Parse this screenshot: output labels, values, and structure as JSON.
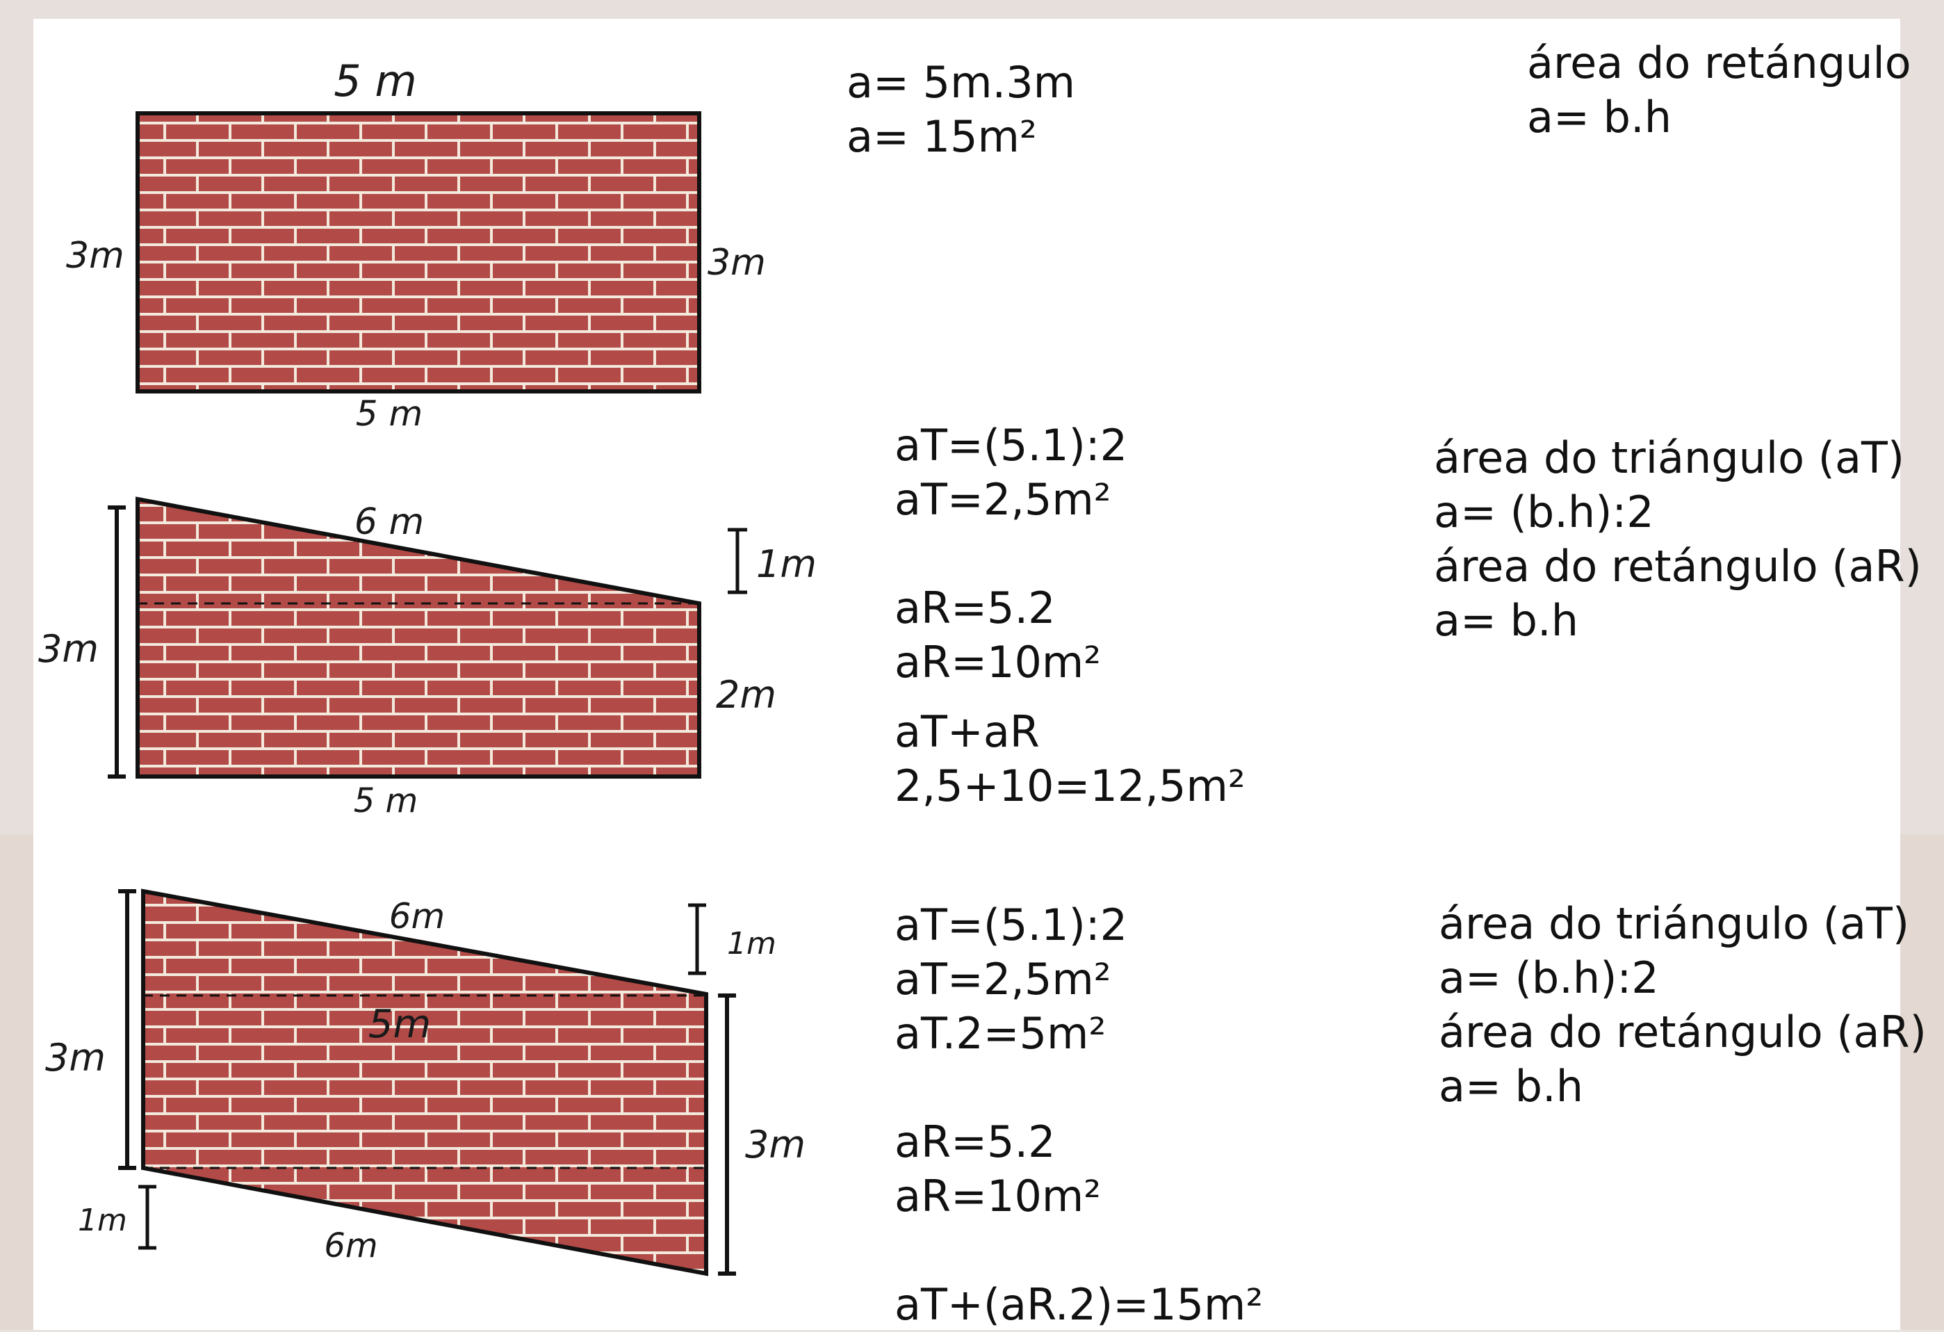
{
  "colors": {
    "brick": "#b24a47",
    "mortar": "#f3e9dc",
    "outline": "#111111",
    "background": "#e8e2e0"
  },
  "figures": [
    {
      "name": "rectangle-wall",
      "labels": {
        "top": "5 m",
        "bottom": "5 m",
        "left": "3m",
        "right": "3m"
      },
      "work": [
        "a= 5m.3m",
        "a= 15m²"
      ],
      "formulas": [
        "área do retángulo",
        "a= b.h"
      ]
    },
    {
      "name": "trapezoid-wall",
      "labels": {
        "top": "6 m",
        "bottom": "5 m",
        "left": "3m",
        "right_top": "1m",
        "right_bottom": "2m"
      },
      "work": [
        "aT=(5.1):2",
        "aT=2,5m²",
        "",
        "aR=5.2",
        "aR=10m²",
        "aT+aR",
        "2,5+10=12,5m²"
      ],
      "formulas": [
        "área do triángulo (aT)",
        "a= (b.h):2",
        "área do retángulo (aR)",
        "a= b.h"
      ]
    },
    {
      "name": "parallelogram-wall",
      "labels": {
        "top": "6m",
        "middle": "5m",
        "bottom": "6m",
        "left": "3m",
        "left_bottom": "1m",
        "right_top": "1m",
        "right": "3m"
      },
      "work": [
        "aT=(5.1):2",
        "aT=2,5m²",
        "aT.2=5m²",
        "",
        "aR=5.2",
        "aR=10m²",
        "",
        "aT+(aR.2)=15m²"
      ],
      "formulas": [
        "área do triángulo (aT)",
        "a= (b.h):2",
        "área do retángulo (aR)",
        "a= b.h"
      ]
    }
  ]
}
